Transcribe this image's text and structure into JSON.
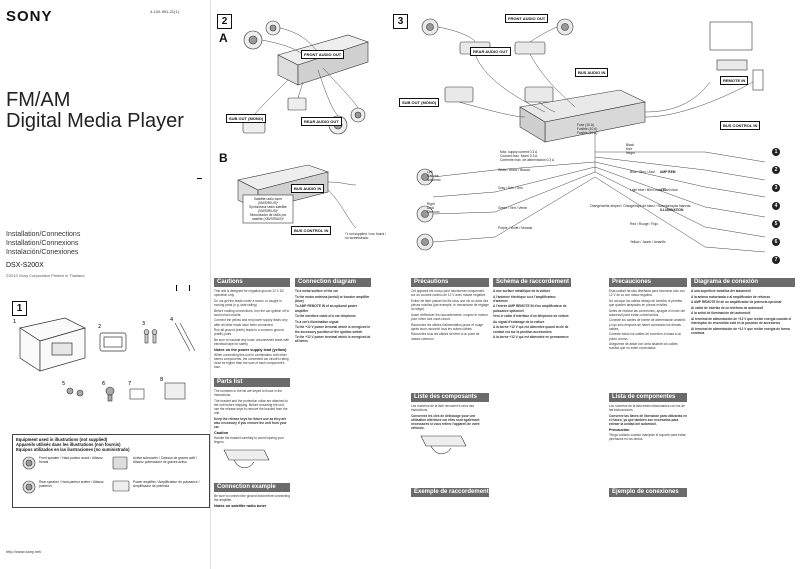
{
  "cover": {
    "brand": "SONY",
    "part_number": "4-100-951-21(1)",
    "title_line1": "FM/AM",
    "title_line2": "Digital Media Player",
    "subtitle1": "Installation/Connections",
    "subtitle2": "Installation/Connexions",
    "subtitle3": "Instalación/Conexiones",
    "model": "DSX-S200X",
    "copyright": "©2010 Sony Corporation   Printed in Thailand",
    "url": "http://www.sony.net/"
  },
  "sections": {
    "s1": "1",
    "s2": "2",
    "s3": "3",
    "s2a": "A",
    "s2b": "B"
  },
  "diagram2": {
    "front_audio_out": "FRONT AUDIO OUT",
    "rear_audio_out": "REAR AUDIO OUT",
    "sub_out_mono": "SUB OUT (MONO)",
    "bus_audio_in": "BUS AUDIO IN",
    "bus_control_in": "BUS CONTROL IN",
    "not_supplied": "*1 not supplied / non fourni / no suministrado",
    "satellite_radio_tuner": "Satellite radio tuner (XM/SIRIUS)*",
    "syntoniseur": "Syntoniseur radio satellite (XM/SIRIUS)*",
    "sintonizador": "Sintonizador de radio por satélite (XM/SIRIUS)*"
  },
  "diagram3": {
    "front_audio_out": "FRONT AUDIO OUT",
    "rear_audio_out": "REAR AUDIO OUT",
    "sub_out_mono": "SUB OUT (MONO)",
    "bus_audio_in": "BUS AUDIO IN",
    "remote_in": "REMOTE IN",
    "bus_control_in": "BUS CONTROL IN",
    "fuse": "Fuse (10 A)",
    "fusible1": "Fusible (10 A)",
    "fusible2": "Fusible (10 A)",
    "max_supply": "Max. supply current 0.3 A",
    "courant": "Courant max. fourni 0,3 A",
    "corriente": "Corriente máx. de alimentación 0,3 A",
    "black": "Black",
    "noir": "Noir",
    "negro": "Negro",
    "amp_rem": "AMP REM",
    "att": "ATT",
    "illumination": "ILLUMINATION",
    "left": "Left",
    "gauche": "Gauche",
    "izquierdo": "Izquierdo",
    "right": "Right",
    "droit": "Droit",
    "derecho": "Derecho",
    "white": "White / Blanc / Blanco",
    "gray": "Gray / Gris / Gris",
    "green": "Green / Vert / Verde",
    "purple": "Purple / Violet / Morado",
    "red": "Red / Rouge / Rojo",
    "yellow": "Yellow / Jaune / Amarillo",
    "blue": "Blue / Bleu / Azul",
    "orange_white": "Orange/white striped / Orange/rayé de blanc / Naranja/rayas blancas",
    "light_blue": "Light blue / Bleu clair / Azul claro",
    "remote_numbers": [
      "1",
      "2",
      "3",
      "4",
      "5",
      "6",
      "7"
    ]
  },
  "legend": {
    "equip_en": "Equipment used in illustrations (not supplied)",
    "equip_fr": "Appareils utilisés dans les illustrations (non fournis)",
    "equip_es": "Equipos utilizados en las ilustraciones (no suministrado)",
    "front_speaker": "Front speaker / Haut-parleur avant / Altavoz frontal",
    "rear_speaker": "Rear speaker / Haut-parleur arrière / Altavoz posterior",
    "active_sub": "Active subwoofer / Caisson de graves actif / Altavoz potenciador de graves activo",
    "power_amp": "Power amplifier / Amplificateur de puissance / Amplificador de potencia"
  },
  "english": {
    "cautions_h": "Cautions",
    "parts_h": "Parts list",
    "conn_ex_h": "Connection example",
    "conn_diag_h": "Connection diagram",
    "cautions_b1": "This unit is designed for negative ground 12 V DC operation only.",
    "cautions_b2": "Do not get the leads under a screw, or caught in moving parts (e.g. seat railing).",
    "cautions_b3": "Before making connections, turn the car ignition off to avoid short circuits.",
    "cautions_b4": "Connect the yellow and red power supply leads only after all other leads have been connected.",
    "cautions_b5": "Run all ground (earth) leads to a common ground (earth) point.",
    "cautions_b6": "Be sure to insulate any loose unconnected leads with electrical tape for safety.",
    "notes_h": "Notes on the power supply lead (yellow)",
    "notes_t": "When connecting this unit in combination with other stereo components, the connected car circuit's rating must be higher than the sum of each component's fuse.",
    "parts_t1": "The numbers in the list are keyed to those in the instructions.",
    "parts_t2": "The bracket and the protection collar are attached to the unit before shipping. Before mounting the unit, use the release keys to remove the bracket from the unit.",
    "parts_t3": "Keep the release keys for future use as they are also necessary if you remove the unit from your car.",
    "caution_h": "Caution",
    "caution_t": "Handle the bracket carefully to avoid injuring your fingers.",
    "ex_note": "Be sure to connect the ground lead before connecting the amplifier.",
    "ex_note2": "Notes on satellite radio tuner",
    "diag_1": "To a metal surface of the car",
    "diag_2": "To the motor antenna (aerial) or booster amplifier (blue)",
    "diag_3": "To AMP REMOTE IN of an optional power amplifier",
    "diag_4": "To the interface cable of a car telephone",
    "diag_5": "To a car's illumination signal",
    "diag_6": "To the +12 V power terminal which is energized in the accessory position of the ignition switch",
    "diag_7": "To the +12 V power terminal which is energized at all times"
  },
  "french": {
    "precautions_h": "Précautions",
    "liste_h": "Liste des composants",
    "exemple_h": "Exemple de raccordement",
    "schema_h": "Schéma de raccordement",
    "p1": "Cet appareil est conçu pour fonctionner uniquement sur du courant continu de 12 V avec masse négative.",
    "p2": "Evitez de faire passer les fils sous une vis ou dans des pièces mobiles (par exemple, le mécanisme de réglage du siège).",
    "p3": "Avant d'effectuer les raccordements, coupez le moteur pour éviter tout court-circuit.",
    "p4": "Raccordez les câbles d'alimentation jaune et rouge après avoir raccordé tous les autres câbles.",
    "p5": "Raccordez tous les câbles de terre à un point de masse commun.",
    "l1": "Les numéros de la liste renvoient à ceux des instructions.",
    "l2": "Conservez les clés de déblocage pour une utilisation ultérieure car elles sont également nécessaires si vous retirez l'appareil de votre véhicule.",
    "s1": "A une surface métallique de la voiture",
    "s2": "A l'antenne électrique ou à l'amplificateur d'antenne",
    "s3": "A l'entrée AMP REMOTE IN d'un amplificateur de puissance optionnel",
    "s4": "Vers le câble d'interface d'un téléphone de voiture",
    "s5": "Au signal d'éclairage de la voiture",
    "s6": "A la borne +12 V qui est alimentée quand la clé de contact est sur la position accessoires",
    "s7": "A la borne +12 V qui est alimentée en permanence"
  },
  "spanish": {
    "precauciones_h": "Precauciones",
    "lista_h": "Lista de componentes",
    "ejemplo_h": "Ejemplo de conexiones",
    "diagrama_h": "Diagrama de conexión",
    "pr1": "Esta unidad ha sido diseñada para funcionar sólo con 12 V de cc con masa negativa.",
    "pr2": "No coloque los cables debajo de tornillos ni permita que queden atrapados en piezas móviles.",
    "pr3": "Antes de realizar las conexiones, apague el motor del automóvil para evitar cortocircuitos.",
    "pr4": "Conecte los cables de fuente de alimentación amarillo y rojo sólo después de haber conectado los demás cables.",
    "pr5": "Conecte todos los cables de conexión a masa a un punto común.",
    "pr6": "Asegúrese de aislar con cinta aislante los cables sueltos que no estén conectados.",
    "lc1": "Los números de la lista están relacionados con los de las instrucciones.",
    "lc2": "Conserve las llaves de liberación para utilizarlas en el futuro, ya que también son necesarias para extraer la unidad del automóvil.",
    "prec_h": "Precaución",
    "prec_t": "Tenga cuidado cuando manipule el soporte para evitar pinchazos en los dedos.",
    "d1": "A una superficie metálica del automóvil",
    "d2": "A la antena motorizada o al amplificador de refuerzo",
    "d3": "A AMP REMOTE IN de un amplificador de potencia opcional",
    "d4": "Al cable de interfaz de un teléfono de automóvil",
    "d5": "A la señal de iluminación del automóvil",
    "d6": "Al terminal de alimentación de +12 V que recibe energía cuando el interruptor de encendido está en la posición de accesorios",
    "d7": "Al terminal de alimentación de +12 V que recibe energía de forma continua"
  }
}
